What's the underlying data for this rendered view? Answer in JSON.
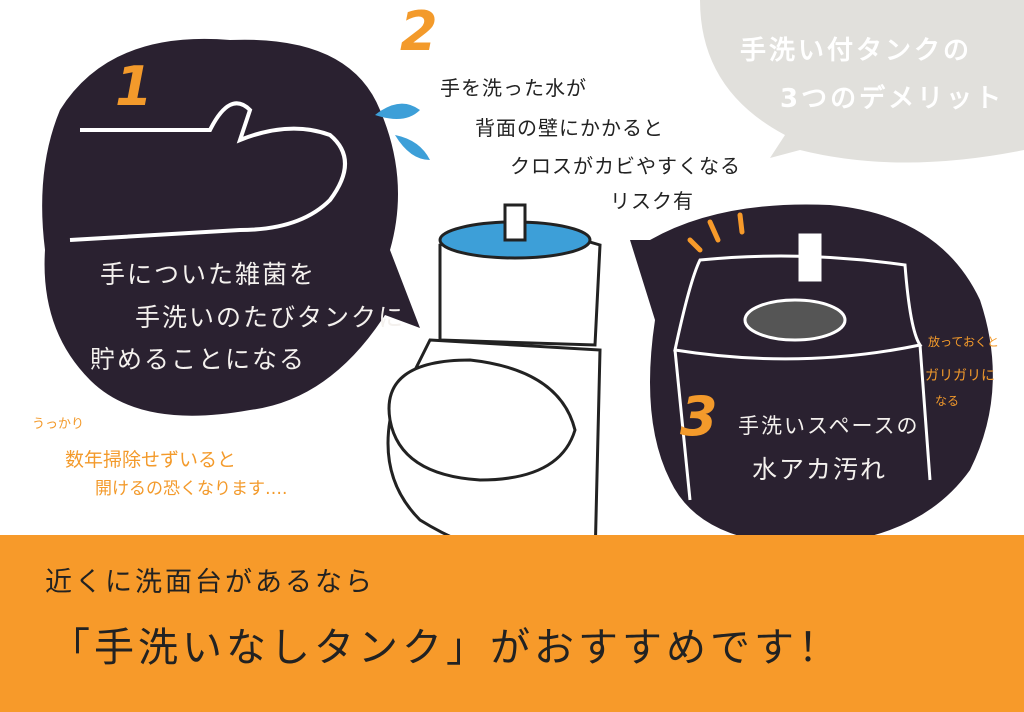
{
  "title_bubble": {
    "line1": "手洗い付タンクの",
    "line2": "3つのデメリット"
  },
  "point1": {
    "number": "1",
    "lines": [
      "手についた雑菌を",
      "手洗いのたびタンクに",
      "貯めることになる"
    ]
  },
  "point2": {
    "number": "2",
    "lines": [
      "手を洗った水が",
      "背面の壁にかかると",
      "クロスがカビやすくなる",
      "リスク有"
    ]
  },
  "point3": {
    "number": "3",
    "lines": [
      "手洗いスペースの",
      "水アカ汚れ"
    ]
  },
  "note_left": {
    "lines": [
      "うっかり",
      "数年掃除せずいると",
      "開けるの恐くなります…."
    ]
  },
  "note_right": {
    "lines": [
      "放っておくと",
      "ガリガリに",
      "なる"
    ]
  },
  "banner": {
    "line1": "近くに洗面台があるなら",
    "line2": "「手洗いなしタンク」がおすすめです！"
  },
  "colors": {
    "dark": "#2a2130",
    "orange": "#f79a2a",
    "gray": "#e1e0dc",
    "water": "#3d9fd8"
  }
}
